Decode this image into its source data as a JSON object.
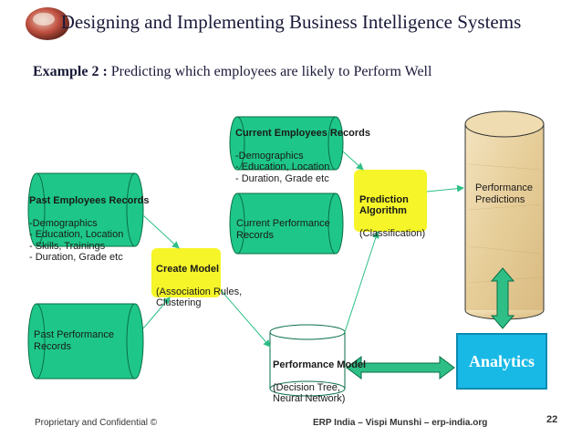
{
  "title": "Designing and Implementing Business Intelligence Systems",
  "example": {
    "prefix": "Example 2 :",
    "text": " Predicting which employees are likely to Perform Well"
  },
  "nodes": {
    "current_employees": {
      "heading": "Current Employees Records",
      "lines": "-Demographics\n- Education, Location\n- Duration, Grade etc"
    },
    "past_employees": {
      "heading": "Past Employees Records",
      "lines": "-Demographics\n- Education, Location\n- Skills, Trainings\n- Duration, Grade etc"
    },
    "current_performance": {
      "lines": "Current Performance\nRecords"
    },
    "past_performance": {
      "lines": "Past Performance\nRecords"
    },
    "create_model": {
      "heading": "Create Model",
      "lines": "(Association Rules,\nClustering"
    },
    "prediction_algorithm": {
      "heading": "Prediction\nAlgorithm",
      "lines": "(Classification)"
    },
    "performance_predictions": {
      "lines": "Performance\nPredictions"
    },
    "performance_model": {
      "heading": "Performance Model",
      "lines": "(Decision Tree,\nNeural Network)"
    },
    "analytics": {
      "label": "Analytics"
    }
  },
  "footer": {
    "left": "Proprietary and Confidential ©",
    "center": "ERP India – Vispi Munshi – erp-india.org",
    "page": "22"
  },
  "colors": {
    "cylinder_green": "#1ec789",
    "cylinder_stroke": "#0a6e45",
    "decision_yellow": "#f5f529",
    "analytics_blue": "#19b9e6",
    "arrow_green": "#2fbf86"
  }
}
